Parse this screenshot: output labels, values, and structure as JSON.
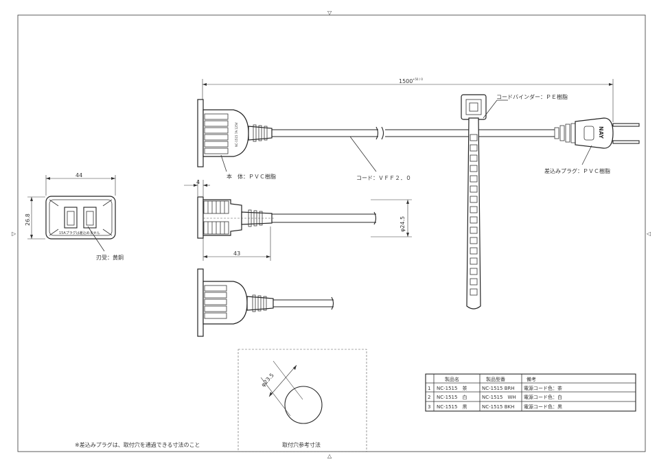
{
  "frame_marks": {
    "top": "▽",
    "bottom": "△",
    "left": "▷",
    "right": "◁"
  },
  "dimensions": {
    "total_length": "1500",
    "total_length_tol": "+50 / 0",
    "front_width": "44",
    "front_height": "26.8",
    "flange_thickness": "4",
    "body_length": "43",
    "mount_diameter": "φ24.5",
    "hole_diameter": "φ23.5"
  },
  "labels": {
    "cord_binder": "コードバインダー：ＰＥ樹脂",
    "body_material": "本　体：ＰＶＣ樹脂",
    "cord": "コード：ＶＦＦ２．０",
    "plug_material": "差込みプラグ：ＰＶＣ樹脂",
    "blade_material": "刃受：黄銅",
    "outlet_note": "15Aプラグは差込めません",
    "plug_brand": "NAY",
    "body_text": "NC-1515 7A 125V",
    "footnote": "※差込みプラグは、取付穴を通過できる寸法のこと",
    "hole_caption": "取付穴参考寸法"
  },
  "table": {
    "headers": [
      "",
      "製品名",
      "製品型番",
      "備考"
    ],
    "rows": [
      [
        "1",
        "NC-1515　茶",
        "NC-1515 BRH",
        "電源コード色：茶"
      ],
      [
        "2",
        "NC-1515　白",
        "NC-1515　WH",
        "電源コード色：白"
      ],
      [
        "3",
        "NC-1515　黒",
        "NC-1515 BKH",
        "電源コード色：黒"
      ]
    ]
  }
}
